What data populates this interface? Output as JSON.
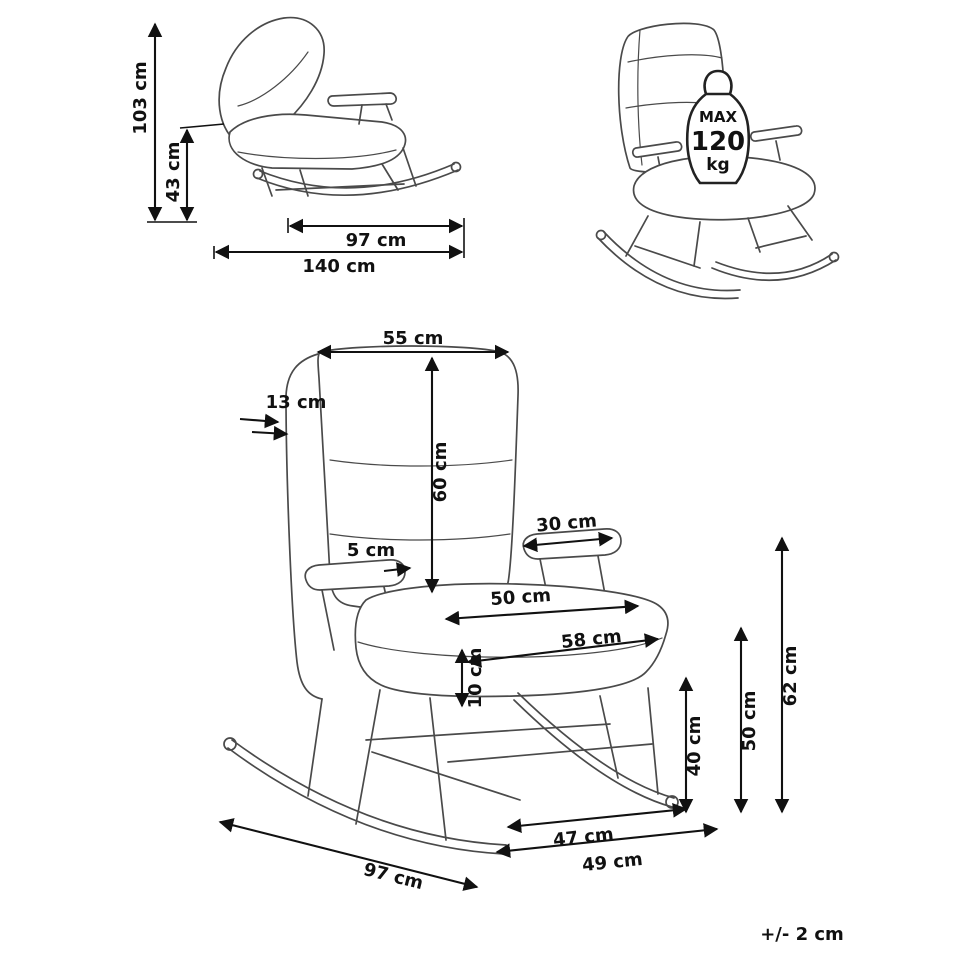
{
  "tolerance_note": "+/- 2 cm",
  "weight_limit": {
    "line1": "MAX",
    "line2": "120",
    "line3": "kg"
  },
  "side_view": {
    "total_height": "103 cm",
    "seat_height": "43 cm",
    "rocker_length": "97 cm",
    "total_depth": "140 cm"
  },
  "main_view": {
    "backrest_width": "55 cm",
    "backrest_thickness": "13 cm",
    "backrest_height": "60 cm",
    "armrest_length": "30 cm",
    "armrest_width": "5 cm",
    "seat_depth": "50 cm",
    "seat_width": "58 cm",
    "cushion_thickness": "10 cm",
    "height_40": "40 cm",
    "height_50": "50 cm",
    "height_62": "62 cm",
    "width_47": "47 cm",
    "width_49": "49 cm",
    "rocker_length": "97 cm"
  },
  "colors": {
    "dimension_line": "#111111",
    "drawing_line": "#4a4a4a",
    "background": "#ffffff"
  }
}
